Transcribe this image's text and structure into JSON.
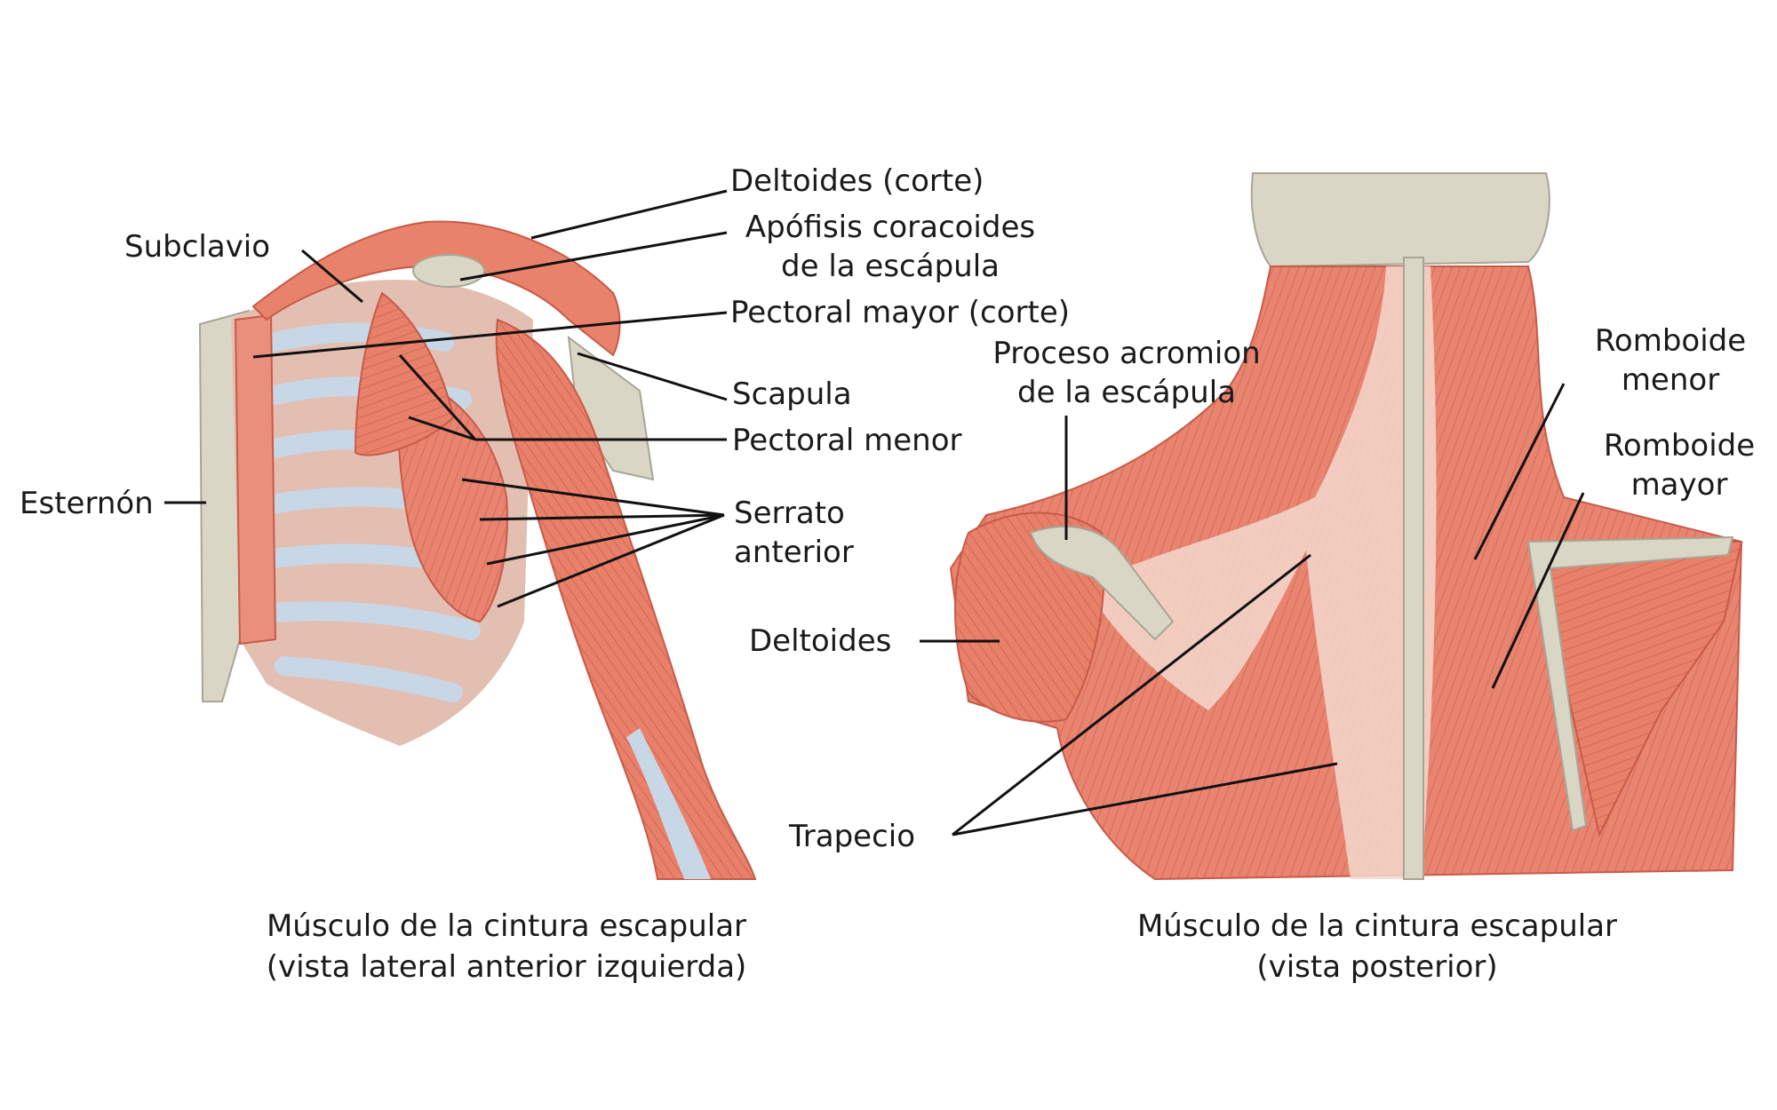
{
  "colors": {
    "muscle": "#e8806a",
    "muscle_dark": "#c85a48",
    "muscle_light": "#f4a58f",
    "bone": "#d9d6c6",
    "bone_dark": "#a9a595",
    "tendon": "#f3ece6",
    "cartilage": "#c7d7e6",
    "leader_line": "#111111"
  },
  "left_figure": {
    "labels": {
      "deltoides_corte": "Deltoides (corte)",
      "apofisis_1": "Apófisis coracoides",
      "apofisis_2": "de la escápula",
      "subclavio": "Subclavio",
      "pectoral_mayor_corte": "Pectoral mayor (corte)",
      "scapula": "Scapula",
      "pectoral_menor": "Pectoral menor",
      "esternon": "Esternón",
      "serrato_1": "Serrato",
      "serrato_2": "anterior"
    },
    "caption_1": "Músculo de la cintura escapular",
    "caption_2": "(vista lateral anterior izquierda)"
  },
  "right_figure": {
    "labels": {
      "proceso_1": "Proceso acromion",
      "proceso_2": "de la escápula",
      "romboide_menor_1": "Romboide",
      "romboide_menor_2": "menor",
      "romboide_mayor_1": "Romboide",
      "romboide_mayor_2": "mayor",
      "deltoides": "Deltoides",
      "trapecio": "Trapecio"
    },
    "caption_1": "Músculo de la cintura escapular",
    "caption_2": "(vista posterior)"
  }
}
